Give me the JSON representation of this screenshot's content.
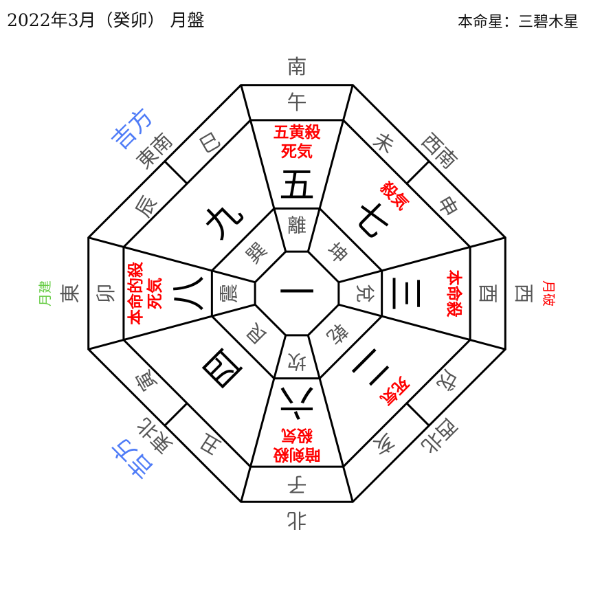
{
  "header": {
    "title": "2022年3月（癸卯） 月盤",
    "honmei": "本命星：三碧木星"
  },
  "colors": {
    "note": "#ff0000",
    "lucky": "#4f7cf7",
    "getsuken": "#66cc44",
    "geppa": "#ff0000"
  },
  "center_star": "一",
  "sectors": [
    {
      "direction": "南",
      "branches": [
        "午"
      ],
      "star": "五",
      "trigram": "離",
      "notes": [
        "五黄殺",
        "死気"
      ]
    },
    {
      "direction": "西南",
      "branches": [
        "未",
        "申"
      ],
      "star": "七",
      "trigram": "坤",
      "notes": [
        "殺気"
      ]
    },
    {
      "direction": "西",
      "branches": [
        "酉"
      ],
      "star": "三",
      "trigram": "兌",
      "notes": [
        "本命殺"
      ],
      "side_label": "月破",
      "side_color": "#ff0000"
    },
    {
      "direction": "西北",
      "branches": [
        "戌",
        "亥"
      ],
      "star": "二",
      "trigram": "乾",
      "notes": [
        "死気"
      ]
    },
    {
      "direction": "北",
      "branches": [
        "子"
      ],
      "star": "六",
      "trigram": "坎",
      "notes": [
        "暗剣殺",
        "殺気"
      ]
    },
    {
      "direction": "東北",
      "branches": [
        "丑",
        "寅"
      ],
      "star": "四",
      "trigram": "艮",
      "notes": [],
      "tag": "吉方"
    },
    {
      "direction": "東",
      "branches": [
        "卯"
      ],
      "star": "八",
      "trigram": "震",
      "notes": [
        "本命的殺",
        "死気"
      ],
      "side_label": "月建",
      "side_color": "#66cc44"
    },
    {
      "direction": "東南",
      "branches": [
        "辰",
        "巳"
      ],
      "star": "九",
      "trigram": "巽",
      "notes": [],
      "tag": "吉方"
    }
  ]
}
